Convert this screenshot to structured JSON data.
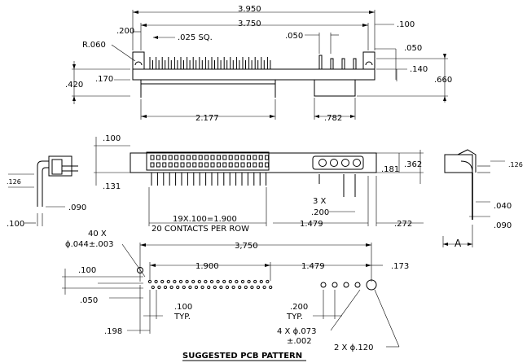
{
  "top_view": {
    "overall_width": "3.950",
    "pin_span": "3.750",
    "left_offset": ".200",
    "right_offset": ".100",
    "radius": "R.060",
    "pin_size": ".025 SQ.",
    "pin_gap": ".050",
    "right_edge": ".050",
    "height_a": ".420",
    "height_b": ".170",
    "height_c": ".140",
    "height_d": ".660",
    "signal_width": "2.177",
    "power_width": ".782"
  },
  "front_view": {
    "top_offset": ".100",
    "row_offset": ".131",
    "side_height": ".181",
    "side_height_b": ".362",
    "spacing": "19X.100=1.900",
    "contacts_note": "20 CONTACTS PER ROW",
    "power_count": "3 X",
    "power_pitch": ".200",
    "power_width": "1.479",
    "right_margin": ".272"
  },
  "left_view": {
    "small_dim": ".126",
    "bottom_dim": ".100",
    "foot_dim": ".090"
  },
  "right_view": {
    "small_dim": ".126",
    "dim_a": ".040",
    "dim_b": ".090",
    "label": "A"
  },
  "pcb_pattern": {
    "hole_count": "40 X",
    "hole_dia": "ϕ.044±.003",
    "span": "3,750",
    "signal_span": "1.900",
    "power_span": "1.479",
    "right_dim": ".173",
    "row_pitch": ".100",
    "row_offset": ".050",
    "pitch_label": ".100",
    "pitch_typ": "TYP.",
    "power_pitch": ".200",
    "power_typ": "TYP.",
    "left_margin": ".198",
    "power_holes": "4 X ϕ.073",
    "power_tol": "±.002",
    "mount_holes": "2 X ϕ.120",
    "title": "SUGGESTED PCB PATTERN"
  }
}
